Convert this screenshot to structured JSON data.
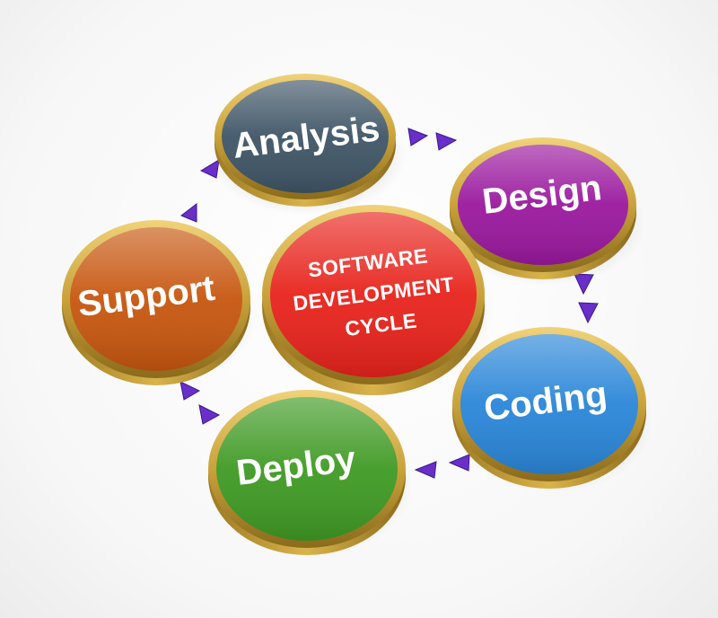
{
  "diagram": {
    "center": {
      "lines": [
        "SOFTWARE",
        "DEVELOPMENT",
        "CYCLE"
      ],
      "color": "#e8231c"
    },
    "stages": [
      {
        "id": "analysis",
        "label": "Analysis",
        "color": "#3f5566"
      },
      {
        "id": "design",
        "label": "Design",
        "color": "#9a189e"
      },
      {
        "id": "coding",
        "label": "Coding",
        "color": "#2a86d8"
      },
      {
        "id": "deploy",
        "label": "Deploy",
        "color": "#3f9a24"
      },
      {
        "id": "support",
        "label": "Support",
        "color": "#c7560f"
      }
    ],
    "rim_color": "#c9a23a",
    "arrow_color": "#6a2fc8"
  }
}
